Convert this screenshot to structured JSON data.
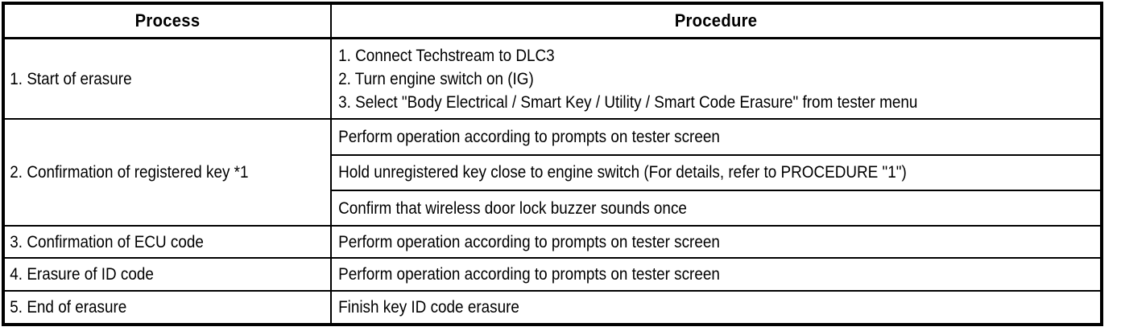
{
  "table": {
    "columns": [
      {
        "key": "process",
        "label": "Process"
      },
      {
        "key": "procedure",
        "label": "Procedure"
      }
    ],
    "rows": [
      {
        "process": "1. Start of erasure",
        "procedure_steps": [
          "1. Connect Techstream to DLC3",
          "2. Turn engine switch on (IG)",
          "3. Select \"Body Electrical / Smart Key / Utility / Smart Code Erasure\" from tester menu"
        ]
      },
      {
        "process": "2. Confirmation of registered key *1",
        "procedure_subrows": [
          "Perform operation according to prompts on tester screen",
          "Hold unregistered key close to engine switch (For details, refer to PROCEDURE \"1\")",
          "Confirm that wireless door lock buzzer sounds once"
        ]
      },
      {
        "process": "3. Confirmation of ECU code",
        "procedure": "Perform operation according to prompts on tester screen"
      },
      {
        "process": "4. Erasure of ID code",
        "procedure": "Perform operation according to prompts on tester screen"
      },
      {
        "process": "5. End of erasure",
        "procedure": "Finish key ID code erasure"
      }
    ]
  },
  "style": {
    "border_color": "#000000",
    "text_color": "#000000",
    "background_color": "#ffffff"
  }
}
